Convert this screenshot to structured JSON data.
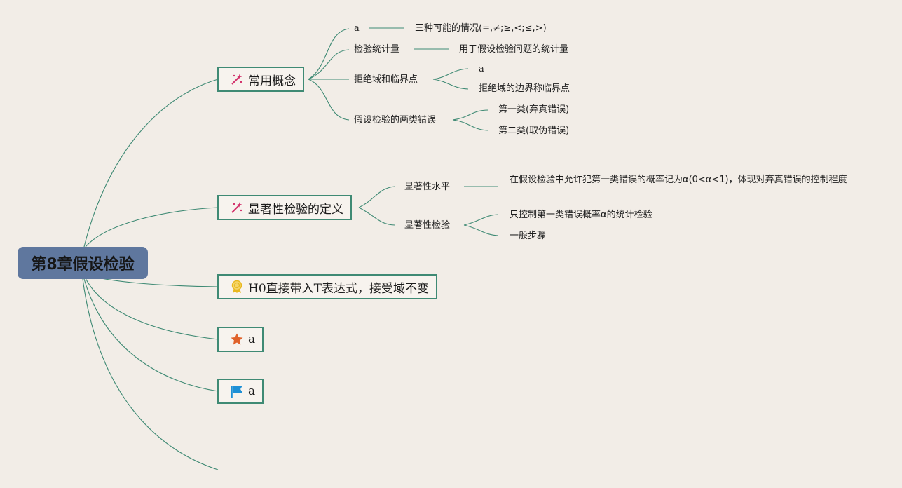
{
  "root": {
    "label": "第8章假设检验"
  },
  "branches": {
    "b1": {
      "label": "常用概念",
      "icon": "magic-wand-icon"
    },
    "b2": {
      "label": "显著性检验的定义",
      "icon": "magic-wand-icon"
    },
    "b3": {
      "label": "H0直接带入T表达式，接受域不变",
      "icon": "award-ribbon-icon"
    },
    "b4": {
      "label": "a",
      "icon": "star-icon"
    },
    "b5": {
      "label": "a",
      "icon": "flag-icon"
    }
  },
  "concepts": {
    "a": "a",
    "a_desc": "三种可能的情况(=,≠;≥,<;≤,>)",
    "stat": "检验统计量",
    "stat_desc": "用于假设检验问题的统计量",
    "reject": "拒绝域和临界点",
    "reject_a": "a",
    "reject_desc": "拒绝域的边界称临界点",
    "errors": "假设检验的两类错误",
    "error1": "第一类(弃真错误)",
    "error2": "第二类(取伪错误)"
  },
  "significance": {
    "level": "显著性水平",
    "level_desc": "在假设检验中允许犯第一类错误的概率记为α(0<α<1)，体现对弃真错误的控制程度",
    "test": "显著性检验",
    "test_desc1": "只控制第一类错误概率α的统计检验",
    "test_desc2": "一般步骤"
  },
  "colors": {
    "background": "#f2ede7",
    "root": "#5f779e",
    "line": "#3f8a74",
    "wand": "#d2306a",
    "star": "#e0622b",
    "flag": "#1e90d6",
    "award": "#e8b820"
  }
}
